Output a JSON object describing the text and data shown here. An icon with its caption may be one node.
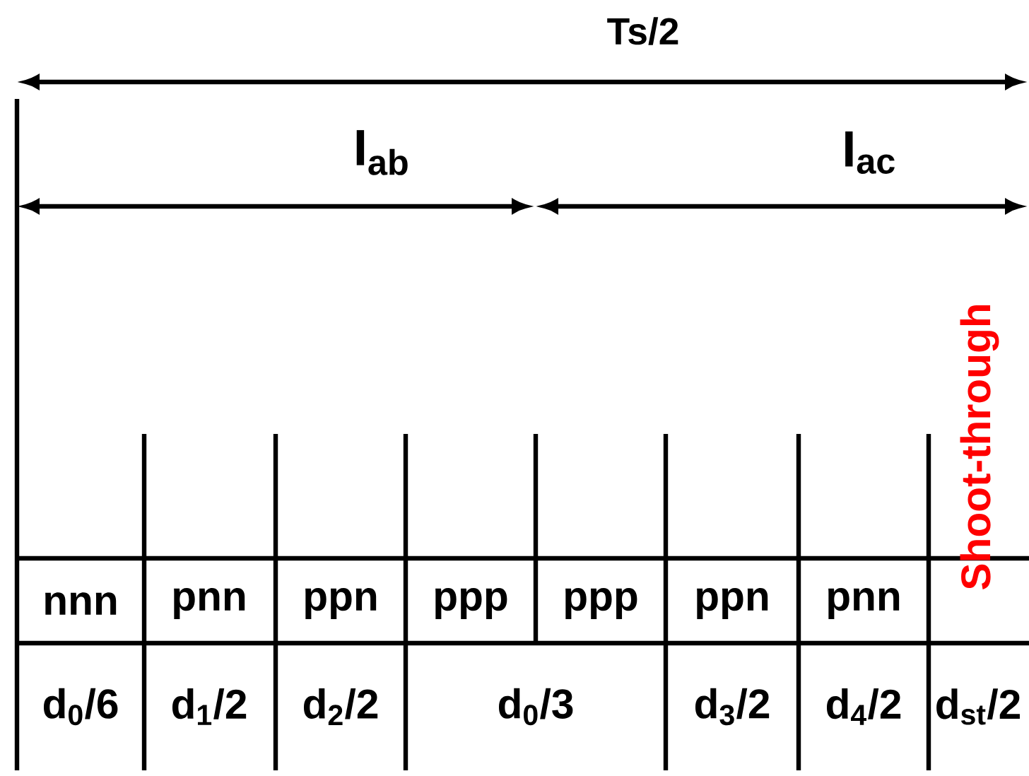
{
  "diagram": {
    "labels": [
      "Ts/2",
      "I$_{ab}$",
      "I$_{ac}$",
      "nnn",
      "pnn",
      "ppn",
      "ppp",
      "ppp",
      "ppn",
      "pnn",
      "Shoot-through",
      "d$_{0}$/6",
      "d$_{1}$/2",
      "d$_{2}$/2",
      "d$_{0}$/3",
      "d$_{3}$/2",
      "d$_{4}$/2",
      "d$_{st}$/2"
    ]
  }
}
